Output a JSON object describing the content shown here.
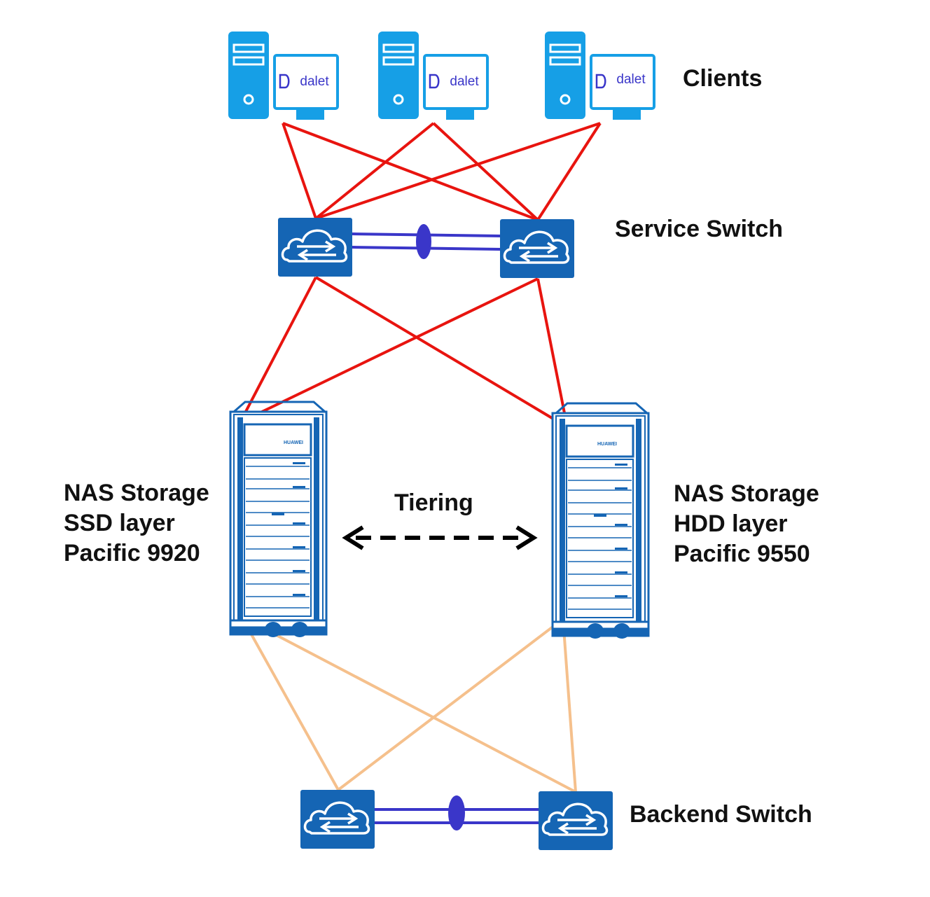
{
  "labels": {
    "clients": "Clients",
    "service_switch": "Service Switch",
    "backend_switch": "Backend Switch",
    "tiering": "Tiering",
    "nas_left": [
      "NAS Storage",
      "SSD layer",
      "Pacific 9920"
    ],
    "nas_right": [
      "NAS Storage",
      "HDD layer",
      "Pacific 9550"
    ]
  },
  "client_brand": "dalet",
  "rack_brand": "HUAWEI",
  "icons": {
    "client": "desktop-computer-icon",
    "switch": "cloud-switch-icon",
    "storage": "server-rack-icon"
  },
  "colors": {
    "device_blue": "#1565b4",
    "client_blue": "#169fe6",
    "service_link": "#e8140f",
    "backend_link": "#f5c08c",
    "stack_link": "#3a36c9",
    "tiering_arrow": "#000000"
  }
}
